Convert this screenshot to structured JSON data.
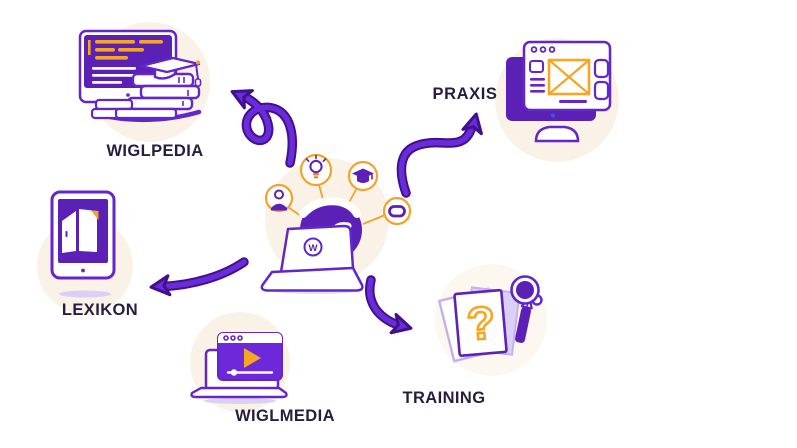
{
  "diagram": {
    "center_hub": {
      "logo_letter": "W",
      "orbit_icons": [
        "user-icon",
        "lightbulb-icon",
        "graduation-cap-icon",
        "tablet-icon"
      ]
    },
    "nodes": {
      "wiglpedia": {
        "label": "WIGLPEDIA"
      },
      "praxis": {
        "label": "PRAXIS"
      },
      "lexikon": {
        "label": "LEXIKON"
      },
      "wiglmedia": {
        "label": "WIGLMEDIA"
      },
      "training": {
        "label": "TRAINING"
      }
    },
    "training_question_mark": "?",
    "colors": {
      "purple_fill": "#5B21B6",
      "purple_outline": "#6226CB",
      "arrow_purple": "#6A2BD8",
      "arrow_dark": "#40108F",
      "orange": "#F5A623",
      "cream_circle": "#FAF2E6",
      "label_text": "#261D3F",
      "lavender": "#DCCFF5"
    }
  }
}
